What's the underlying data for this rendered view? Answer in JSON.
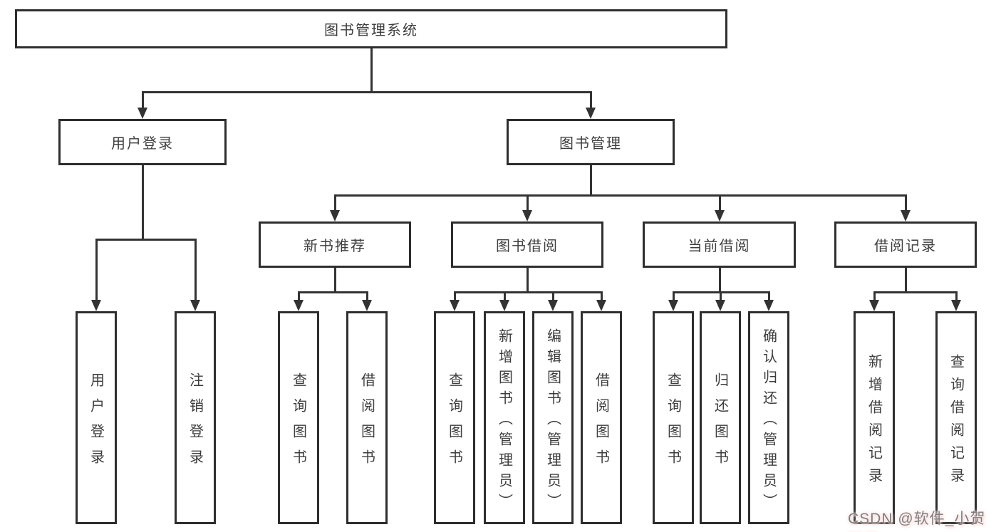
{
  "diagram": {
    "type": "hierarchy-tree",
    "colors": {
      "line": "#333333",
      "box_border": "#2e2e2e",
      "text": "#3d3d3d",
      "background": "#ffffff"
    },
    "tree": {
      "label": "图书管理系统",
      "children": [
        {
          "label": "用户登录",
          "children": [
            {
              "label": "用户登录"
            },
            {
              "label": "注销登录"
            }
          ]
        },
        {
          "label": "图书管理",
          "children": [
            {
              "label": "新书推荐",
              "children": [
                {
                  "label": "查询图书"
                },
                {
                  "label": "借阅图书"
                }
              ]
            },
            {
              "label": "图书借阅",
              "children": [
                {
                  "label": "查询图书"
                },
                {
                  "label": "新增图书（管理员）"
                },
                {
                  "label": "编辑图书（管理员）"
                },
                {
                  "label": "借阅图书"
                }
              ]
            },
            {
              "label": "当前借阅",
              "children": [
                {
                  "label": "查询图书"
                },
                {
                  "label": "归还图书"
                },
                {
                  "label": "确认归还（管理员）"
                }
              ]
            },
            {
              "label": "借阅记录",
              "children": [
                {
                  "label": "新增借阅记录"
                },
                {
                  "label": "查询借阅记录"
                }
              ]
            }
          ]
        }
      ]
    }
  },
  "watermark": {
    "text": "CSDN @软件_小贺同学",
    "color": "#7e7e7e"
  }
}
